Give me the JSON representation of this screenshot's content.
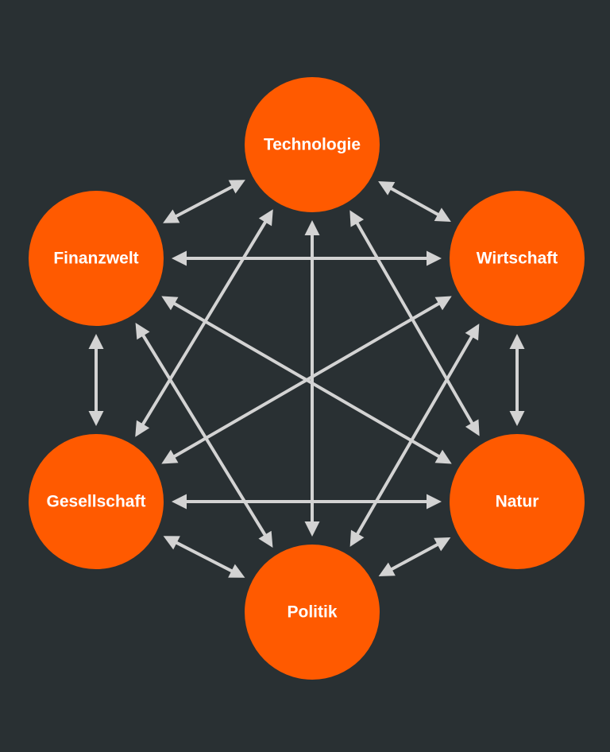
{
  "colors": {
    "background": "#293033",
    "node_fill": "#FF5A00",
    "node_text": "#ffffff",
    "arrow": "#D3D3D3"
  },
  "nodes": [
    {
      "id": "technologie",
      "label": "Technologie"
    },
    {
      "id": "wirtschaft",
      "label": "Wirtschaft"
    },
    {
      "id": "natur",
      "label": "Natur"
    },
    {
      "id": "politik",
      "label": "Politik"
    },
    {
      "id": "gesellschaft",
      "label": "Gesellschaft"
    },
    {
      "id": "finanzwelt",
      "label": "Finanzwelt"
    }
  ],
  "connections": [
    {
      "from": "technologie",
      "to": "wirtschaft",
      "direction": "both"
    },
    {
      "from": "technologie",
      "to": "natur",
      "direction": "both"
    },
    {
      "from": "technologie",
      "to": "politik",
      "direction": "both"
    },
    {
      "from": "technologie",
      "to": "gesellschaft",
      "direction": "both"
    },
    {
      "from": "technologie",
      "to": "finanzwelt",
      "direction": "both"
    },
    {
      "from": "wirtschaft",
      "to": "natur",
      "direction": "both"
    },
    {
      "from": "wirtschaft",
      "to": "politik",
      "direction": "both"
    },
    {
      "from": "wirtschaft",
      "to": "gesellschaft",
      "direction": "both"
    },
    {
      "from": "wirtschaft",
      "to": "finanzwelt",
      "direction": "both"
    },
    {
      "from": "natur",
      "to": "politik",
      "direction": "both"
    },
    {
      "from": "natur",
      "to": "gesellschaft",
      "direction": "both"
    },
    {
      "from": "natur",
      "to": "finanzwelt",
      "direction": "both"
    },
    {
      "from": "politik",
      "to": "gesellschaft",
      "direction": "both"
    },
    {
      "from": "politik",
      "to": "finanzwelt",
      "direction": "both"
    },
    {
      "from": "gesellschaft",
      "to": "finanzwelt",
      "direction": "both"
    }
  ]
}
